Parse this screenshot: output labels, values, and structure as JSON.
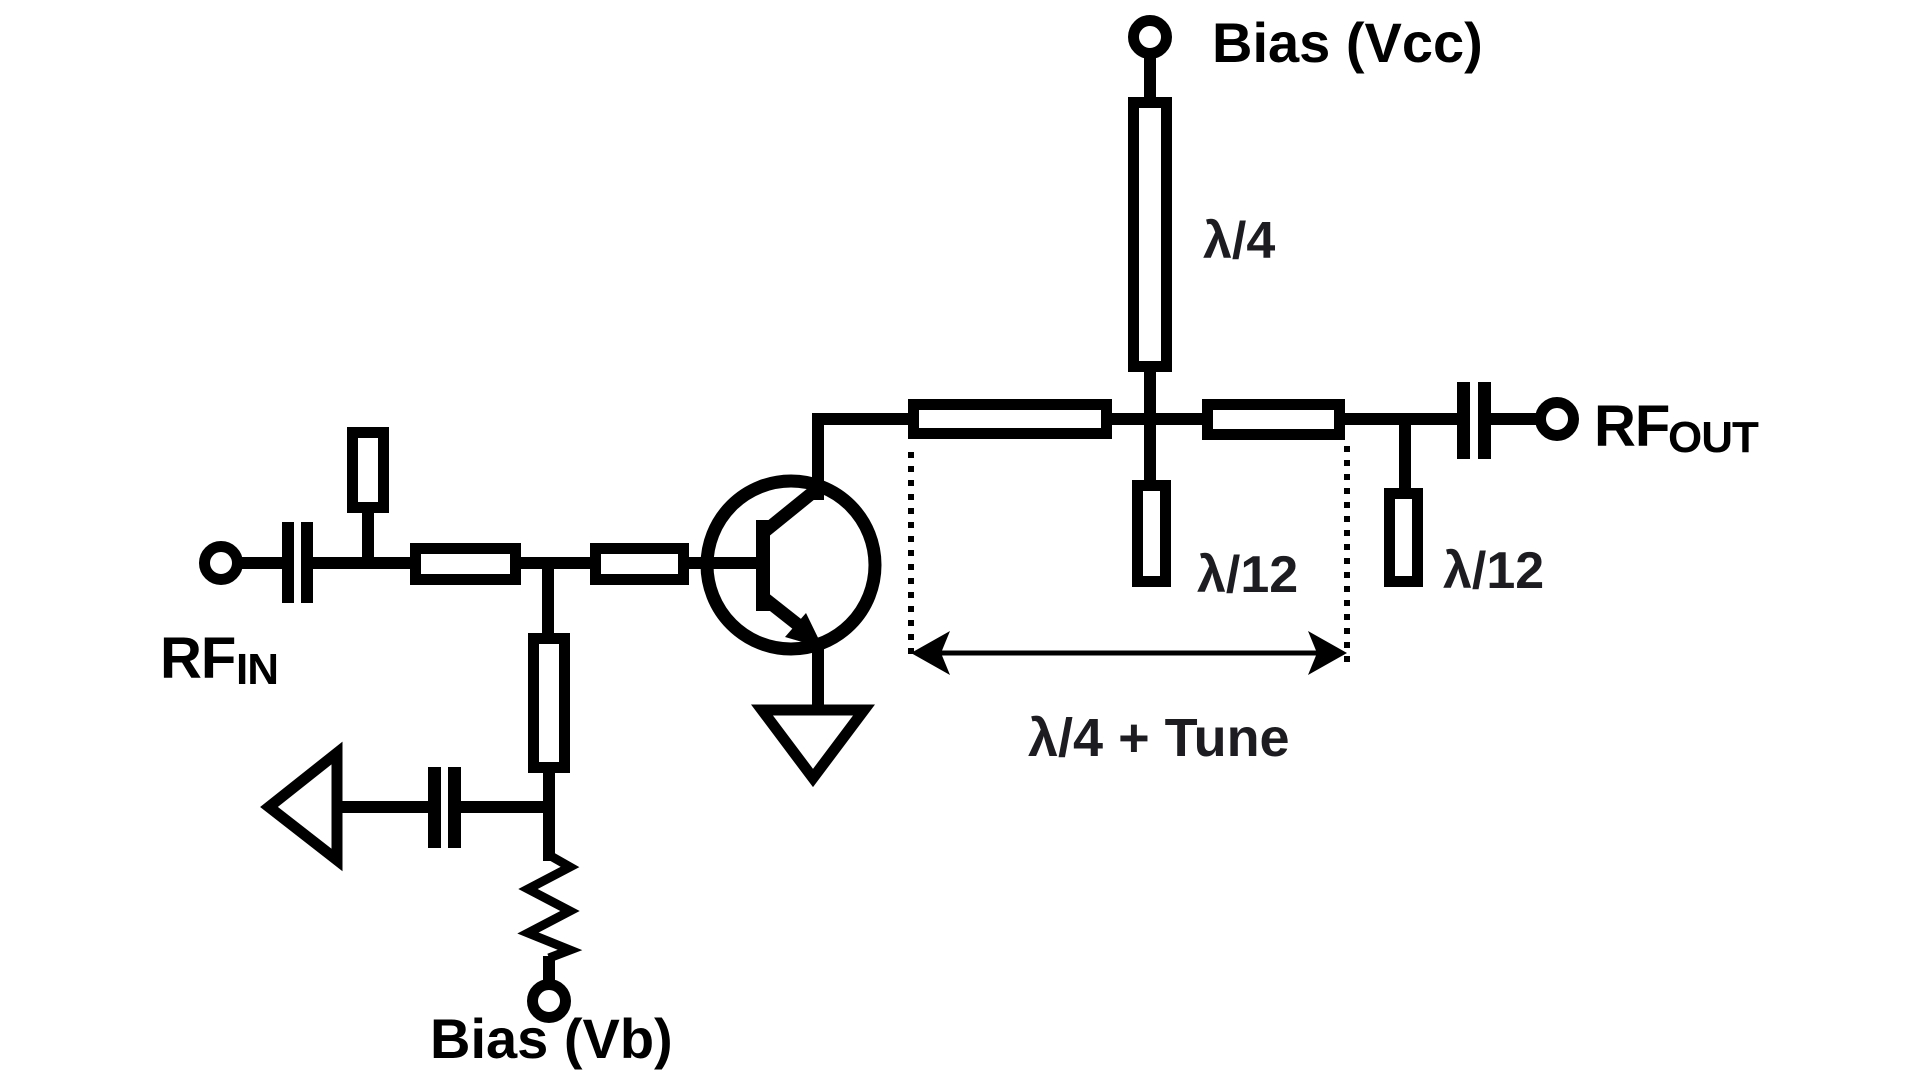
{
  "figure": {
    "type": "circuit-schematic",
    "description": "RF amplifier schematic with quarter-wave bias feed, harmonic stubs and tunable output line",
    "background": "#ffffff",
    "ink": "#000000",
    "lambda_ink": "#1d1d21",
    "labels": {
      "bias_top": "Bias (Vcc)",
      "bias_bottom": "Bias (Vb)",
      "rf_in": {
        "main": "RF",
        "sub": "IN"
      },
      "rf_out": {
        "main": "RF",
        "sub": "OUT"
      },
      "tl_quarter_wave": "λ/4",
      "stub_left": "λ/12",
      "stub_right": "λ/12",
      "dimension": "λ/4 + Tune"
    }
  }
}
